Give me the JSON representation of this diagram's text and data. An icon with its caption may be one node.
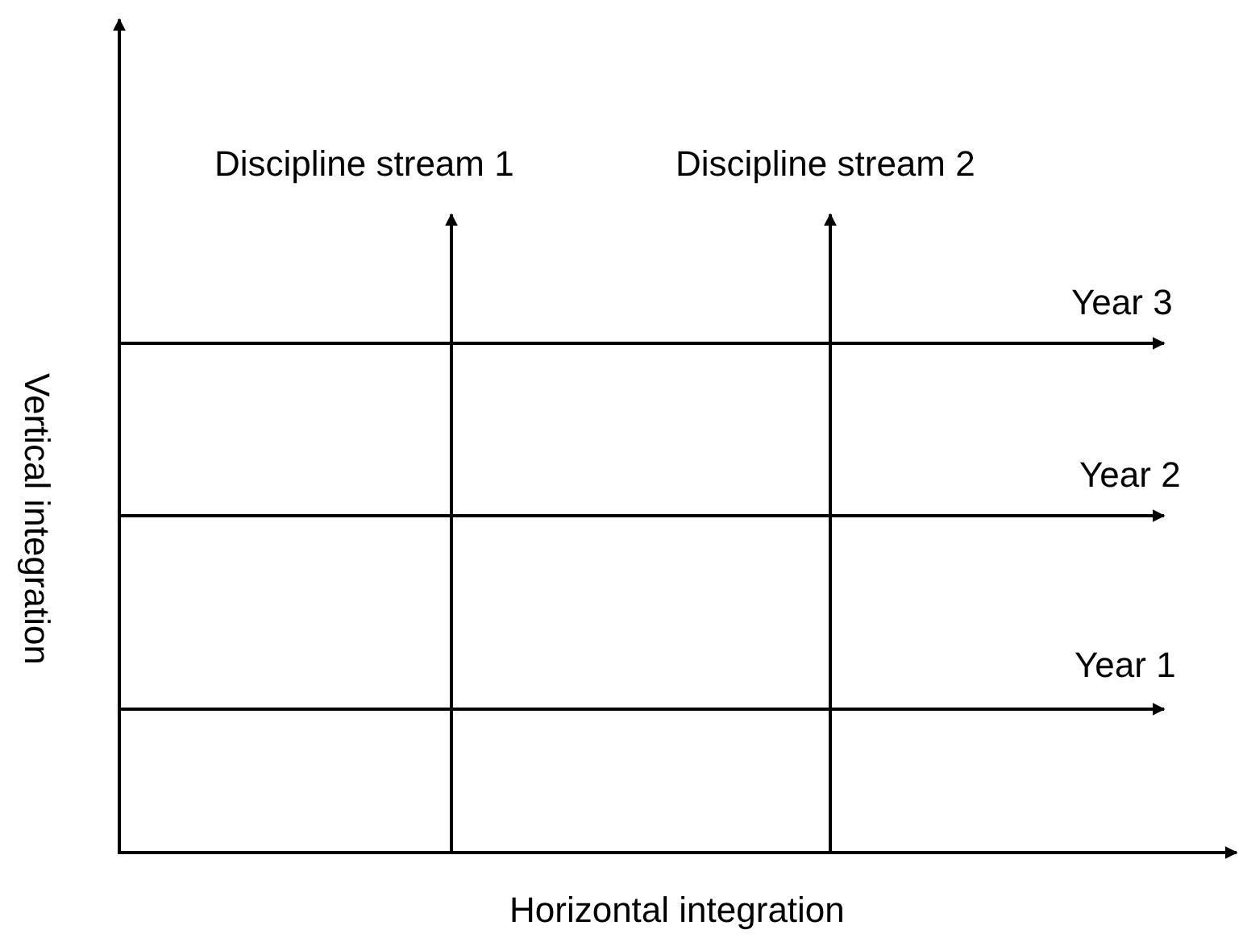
{
  "diagram": {
    "labels": [
      "Discipline stream 1",
      "Discipline stream 2",
      "Year 3",
      "Year 2",
      "Year 1",
      "Vertical integration",
      "Horizontal integration"
    ]
  }
}
